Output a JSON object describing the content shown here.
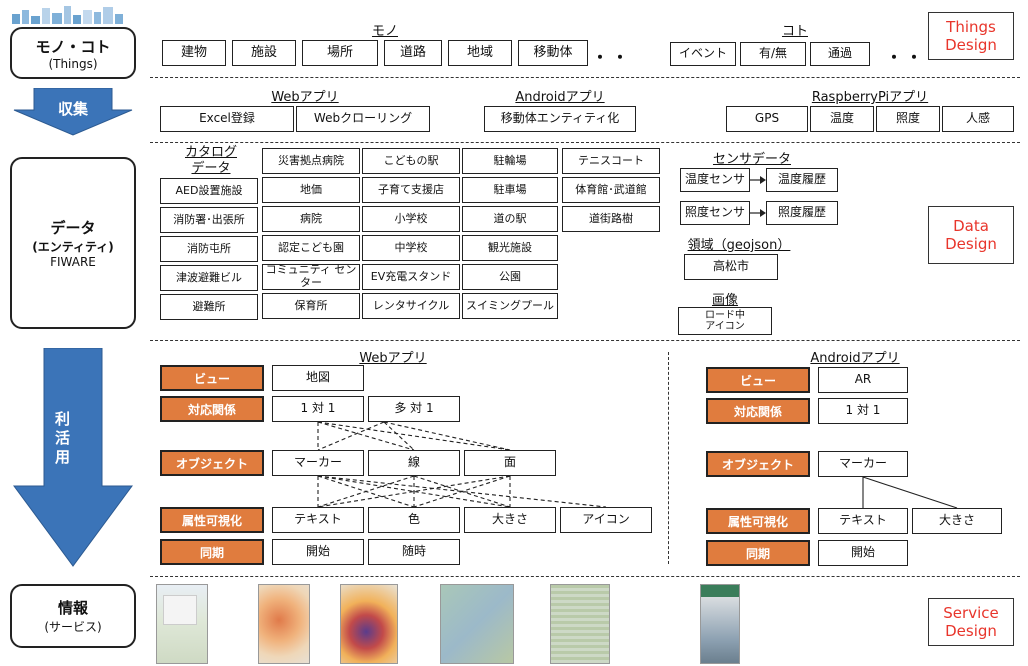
{
  "stages": {
    "things": {
      "title": "モノ・コト",
      "sub": "(Things)"
    },
    "collect": {
      "label": "収集"
    },
    "data": {
      "title": "データ",
      "sub1": "(エンティティ)",
      "sub2": "FIWARE"
    },
    "use": {
      "label": "利活用"
    },
    "info": {
      "title": "情報",
      "sub": "(サービス)"
    }
  },
  "designs": {
    "things": "Things Design",
    "data": "Data Design",
    "service": "Service Design"
  },
  "mono": {
    "title": "モノ",
    "items": [
      "建物",
      "施設",
      "場所",
      "道路",
      "地域",
      "移動体"
    ],
    "ellipsis": "・・"
  },
  "koto": {
    "title": "コト",
    "items": [
      "イベント",
      "有/無",
      "通過"
    ],
    "ellipsis": "・・"
  },
  "collection": {
    "web": {
      "title": "Webアプリ",
      "items": [
        "Excel登録",
        "Webクローリング"
      ]
    },
    "android": {
      "title": "Androidアプリ",
      "items": [
        "移動体エンティティ化"
      ]
    },
    "raspberry": {
      "title": "RaspberryPiアプリ",
      "items": [
        "GPS",
        "温度",
        "照度",
        "人感"
      ]
    }
  },
  "catalog": {
    "title1": "カタログ",
    "title2": "データ",
    "col1": [
      "AED設置施設",
      "消防署･出張所",
      "消防屯所",
      "津波避難ビル",
      "避難所"
    ],
    "col2": [
      "災害拠点病院",
      "地価",
      "病院",
      "認定こども園",
      "コミュニティ センター",
      "保育所"
    ],
    "col3": [
      "こどもの駅",
      "子育て支援店",
      "小学校",
      "中学校",
      "EV充電スタンド",
      "レンタサイクル"
    ],
    "col4": [
      "駐輪場",
      "駐車場",
      "道の駅",
      "観光施設",
      "公園",
      "スイミングプール"
    ],
    "col5": [
      "テニスコート",
      "体育館･武道館",
      "道街路樹"
    ]
  },
  "sensor": {
    "title": "センサデータ",
    "rows": [
      [
        "温度センサ",
        "温度履歴"
      ],
      [
        "照度センサ",
        "照度履歴"
      ]
    ]
  },
  "region": {
    "title": "領域（geojson）",
    "item": "高松市"
  },
  "image": {
    "title": "画像",
    "item": "ロード中 アイコン"
  },
  "usage": {
    "web": {
      "title": "Webアプリ",
      "labels": [
        "ビュー",
        "対応関係",
        "オブジェクト",
        "属性可視化",
        "同期"
      ],
      "view": [
        "地図"
      ],
      "relation": [
        "1 対 1",
        "多 対 1"
      ],
      "object": [
        "マーカー",
        "線",
        "面"
      ],
      "attr": [
        "テキスト",
        "色",
        "大きさ",
        "アイコン"
      ],
      "sync": [
        "開始",
        "随時"
      ]
    },
    "android": {
      "title": "Androidアプリ",
      "labels": [
        "ビュー",
        "対応関係",
        "オブジェクト",
        "属性可視化",
        "同期"
      ],
      "view": [
        "AR"
      ],
      "relation": [
        "1 対 1"
      ],
      "object": [
        "マーカー"
      ],
      "attr": [
        "テキスト",
        "大きさ"
      ],
      "sync": [
        "開始"
      ]
    }
  },
  "colors": {
    "accent": "#e07c3e",
    "arrow": "#3b74b8",
    "design": "#e8352b"
  }
}
